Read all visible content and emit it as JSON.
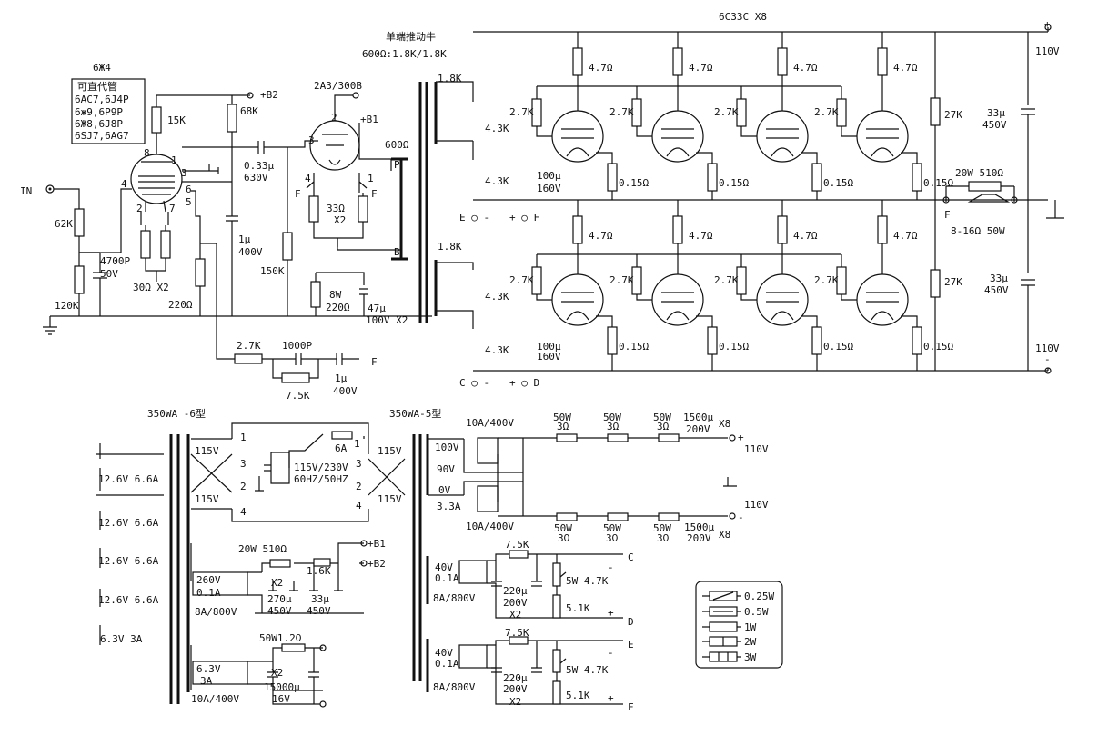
{
  "labels": [
    {
      "id": "tube-6j4-title",
      "text": "6Ж4"
    },
    {
      "id": "substitute-title",
      "text": "可直代管"
    },
    {
      "id": "substitute-1",
      "text": "6AC7,6J4P"
    },
    {
      "id": "substitute-2",
      "text": "6ж9,6P9P"
    },
    {
      "id": "substitute-3",
      "text": "6Ж8,6J8P"
    },
    {
      "id": "substitute-4",
      "text": "6SJ7,6AG7"
    },
    {
      "id": "input-label",
      "text": "IN"
    },
    {
      "id": "r-62k",
      "text": "62K"
    },
    {
      "id": "r-120k",
      "text": "120K"
    },
    {
      "id": "c-4700p",
      "text": "4700P"
    },
    {
      "id": "c-4700p-v",
      "text": "50V"
    },
    {
      "id": "r-15k",
      "text": "15K"
    },
    {
      "id": "r-68k",
      "text": "68K"
    },
    {
      "id": "b2-label",
      "text": "+B2"
    },
    {
      "id": "c-033u",
      "text": "0.33μ"
    },
    {
      "id": "c-033u-v",
      "text": "630V"
    },
    {
      "id": "c-1u",
      "text": "1μ"
    },
    {
      "id": "c-1u-v",
      "text": "400V"
    },
    {
      "id": "r-30x2",
      "text": "30Ω X2"
    },
    {
      "id": "r-220",
      "text": "220Ω"
    },
    {
      "id": "pin-8",
      "text": "8"
    },
    {
      "id": "pin-1",
      "text": "1"
    },
    {
      "id": "pin-3",
      "text": "3"
    },
    {
      "id": "pin-4",
      "text": "4"
    },
    {
      "id": "pin-6",
      "text": "6"
    },
    {
      "id": "pin-5",
      "text": "5"
    },
    {
      "id": "pin-2",
      "text": "2"
    },
    {
      "id": "pin-7",
      "text": "7"
    },
    {
      "id": "tube-2a3-title",
      "text": "2A3/300B"
    },
    {
      "id": "b1-label",
      "text": "+B1"
    },
    {
      "id": "t2a3-pin2",
      "text": "2"
    },
    {
      "id": "t2a3-pin3",
      "text": "3"
    },
    {
      "id": "t2a3-pin4",
      "text": "4"
    },
    {
      "id": "t2a3-pin1",
      "text": "1"
    },
    {
      "id": "f-left",
      "text": "F"
    },
    {
      "id": "f-right",
      "text": "F"
    },
    {
      "id": "r-33x2",
      "text": "33Ω"
    },
    {
      "id": "r-33x2b",
      "text": "X2"
    },
    {
      "id": "r-150k",
      "text": "150K"
    },
    {
      "id": "r-8w",
      "text": "8W"
    },
    {
      "id": "r-8w-220",
      "text": "220Ω"
    },
    {
      "id": "c-47u",
      "text": "47μ"
    },
    {
      "id": "c-47u-v",
      "text": "100V X2"
    },
    {
      "id": "p-label",
      "text": "P"
    },
    {
      "id": "b-label",
      "text": "B"
    },
    {
      "id": "r600",
      "text": "600Ω"
    },
    {
      "id": "r-2k7-fb",
      "text": "2.7K"
    },
    {
      "id": "c-1000p",
      "text": "1000P"
    },
    {
      "id": "r-7k5-fb",
      "text": "7.5K"
    },
    {
      "id": "c-1u-fb",
      "text": "1μ"
    },
    {
      "id": "c-1u-fb-v",
      "text": "400V"
    },
    {
      "id": "f-fb",
      "text": "F"
    },
    {
      "id": "xfmr-title",
      "text": "单端推动牛"
    },
    {
      "id": "xfmr-ratio",
      "text": "600Ω:1.8K/1.8K"
    },
    {
      "id": "sec-18k-top",
      "text": "1.8K"
    },
    {
      "id": "sec-18k-bot",
      "text": "1.8K"
    },
    {
      "id": "r43k-a",
      "text": "4.3K"
    },
    {
      "id": "r43k-b",
      "text": "4.3K"
    },
    {
      "id": "r43k-c",
      "text": "4.3K"
    },
    {
      "id": "r43k-d",
      "text": "4.3K"
    },
    {
      "id": "c100u-a",
      "text": "100μ"
    },
    {
      "id": "c100u-a-v",
      "text": "160V"
    },
    {
      "id": "c100u-b",
      "text": "100μ"
    },
    {
      "id": "c100u-b-v",
      "text": "160V"
    },
    {
      "id": "e-minus",
      "text": "E ○ -"
    },
    {
      "id": "f-plus",
      "text": "+ ○ F"
    },
    {
      "id": "c-minus",
      "text": "C ○ -"
    },
    {
      "id": "d-plus",
      "text": "+ ○ D"
    },
    {
      "id": "out-title",
      "text": "6C33C X8"
    },
    {
      "id": "r27k-a",
      "text": "27K"
    },
    {
      "id": "r27k-b",
      "text": "27K"
    },
    {
      "id": "c33u-a",
      "text": "33μ"
    },
    {
      "id": "c33u-a-v",
      "text": "450V"
    },
    {
      "id": "c33u-b",
      "text": "33μ"
    },
    {
      "id": "c33u-b-v",
      "text": "450V"
    },
    {
      "id": "v110-top",
      "text": "110V"
    },
    {
      "id": "v110-bot",
      "text": "110V"
    },
    {
      "id": "plus-top",
      "text": "+"
    },
    {
      "id": "minus-bot",
      "text": "-"
    },
    {
      "id": "spk-r",
      "text": "20W 510Ω"
    },
    {
      "id": "spk-f",
      "text": "F"
    },
    {
      "id": "spk-imp",
      "text": "8-16Ω 50W"
    },
    {
      "id": "xa-title",
      "text": "350WA -6型"
    },
    {
      "id": "xa-s1",
      "text": "12.6V 6.6A"
    },
    {
      "id": "xa-s2",
      "text": "12.6V 6.6A"
    },
    {
      "id": "xa-s3",
      "text": "12.6V 6.6A"
    },
    {
      "id": "xa-s4",
      "text": "12.6V 6.6A"
    },
    {
      "id": "xa-s5",
      "text": "6.3V  3A"
    },
    {
      "id": "xa-p1",
      "text": "115V"
    },
    {
      "id": "xa-p2",
      "text": "115V"
    },
    {
      "id": "xa-n1",
      "text": "1"
    },
    {
      "id": "xa-n3",
      "text": "3"
    },
    {
      "id": "xa-n2",
      "text": "2"
    },
    {
      "id": "xa-n4",
      "text": "4"
    },
    {
      "id": "mains-1",
      "text": "115V/230V"
    },
    {
      "id": "mains-2",
      "text": "60HZ/50HZ"
    },
    {
      "id": "fuse",
      "text": "6A"
    },
    {
      "id": "xb-n1",
      "text": "1"
    },
    {
      "id": "xb-n3",
      "text": "3"
    },
    {
      "id": "xb-n2",
      "text": "2"
    },
    {
      "id": "xb-n4",
      "text": "4"
    },
    {
      "id": "xb-p1",
      "text": "115V"
    },
    {
      "id": "xb-p2",
      "text": "115V"
    },
    {
      "id": "xb-title",
      "text": "350WA-5型"
    },
    {
      "id": "b1-sup-r",
      "text": "20W 510Ω"
    },
    {
      "id": "b1-sup-label",
      "text": "+B1"
    },
    {
      "id": "b2-sup-r",
      "text": "1.6K"
    },
    {
      "id": "b2-sup-label",
      "text": "+B2"
    },
    {
      "id": "hv-sec",
      "text": "260V"
    },
    {
      "id": "hv-sec-a",
      "text": "0.1A"
    },
    {
      "id": "hv-c-x2",
      "text": "X2"
    },
    {
      "id": "hv-c270",
      "text": "270μ"
    },
    {
      "id": "hv-c270-v",
      "text": "450V"
    },
    {
      "id": "hv-c33",
      "text": "33μ"
    },
    {
      "id": "hv-c33-v",
      "text": "450V"
    },
    {
      "id": "hv-rect",
      "text": "8A/800V"
    },
    {
      "id": "lv-r",
      "text": "50W1.2Ω"
    },
    {
      "id": "lv-sec",
      "text": "6.3V"
    },
    {
      "id": "lv-sec-a",
      "text": "3A"
    },
    {
      "id": "lv-x2",
      "text": "X2"
    },
    {
      "id": "lv-c",
      "text": "15000μ"
    },
    {
      "id": "lv-c-v",
      "text": "16V"
    },
    {
      "id": "lv-rect",
      "text": "10A/400V"
    },
    {
      "id": "hs-rect-top",
      "text": "10A/400V"
    },
    {
      "id": "hs-rect-bot",
      "text": "10A/400V"
    },
    {
      "id": "hs-100v",
      "text": "100V"
    },
    {
      "id": "hs-90v",
      "text": "90V"
    },
    {
      "id": "hs-0v",
      "text": "0V"
    },
    {
      "id": "hs-33a",
      "text": "3.3A"
    },
    {
      "id": "hs-r1",
      "text": "50W"
    },
    {
      "id": "hs-r1o",
      "text": "3Ω"
    },
    {
      "id": "hs-r2",
      "text": "50W"
    },
    {
      "id": "hs-r2o",
      "text": "3Ω"
    },
    {
      "id": "hs-r3",
      "text": "50W"
    },
    {
      "id": "hs-r3o",
      "text": "3Ω"
    },
    {
      "id": "hs-c-top",
      "text": "1500μ"
    },
    {
      "id": "hs-c-top-v",
      "text": "200V"
    },
    {
      "id": "hs-x8-top",
      "text": "X8"
    },
    {
      "id": "hs-out-plus",
      "text": "+"
    },
    {
      "id": "hs-out-110a",
      "text": "110V"
    },
    {
      "id": "hs-out-110b",
      "text": "110V"
    },
    {
      "id": "hs-out-minus",
      "text": "-"
    },
    {
      "id": "hs-r4",
      "text": "50W"
    },
    {
      "id": "hs-r4o",
      "text": "3Ω"
    },
    {
      "id": "hs-r5",
      "text": "50W"
    },
    {
      "id": "hs-r5o",
      "text": "3Ω"
    },
    {
      "id": "hs-r6",
      "text": "50W"
    },
    {
      "id": "hs-r6o",
      "text": "3Ω"
    },
    {
      "id": "hs-c-bot",
      "text": "1500μ"
    },
    {
      "id": "hs-c-bot-v",
      "text": "200V"
    },
    {
      "id": "hs-x8-bot",
      "text": "X8"
    },
    {
      "id": "bias1-sec",
      "text": "40V"
    },
    {
      "id": "bias1-sec-a",
      "text": "0.1A"
    },
    {
      "id": "bias1-rect",
      "text": "8A/800V"
    },
    {
      "id": "bias1-r",
      "text": "7.5K"
    },
    {
      "id": "bias1-c",
      "text": "220μ"
    },
    {
      "id": "bias1-c-v",
      "text": "200V"
    },
    {
      "id": "bias1-x2",
      "text": "X2"
    },
    {
      "id": "bias1-pot",
      "text": "5W 4.7K"
    },
    {
      "id": "bias1-r51",
      "text": "5.1K"
    },
    {
      "id": "bias1-c-out",
      "text": "C"
    },
    {
      "id": "bias1-d-out",
      "text": "D"
    },
    {
      "id": "bias1-minus",
      "text": "-"
    },
    {
      "id": "bias1-plus",
      "text": "+"
    },
    {
      "id": "bias2-sec",
      "text": "40V"
    },
    {
      "id": "bias2-sec-a",
      "text": "0.1A"
    },
    {
      "id": "bias2-rect",
      "text": "8A/800V"
    },
    {
      "id": "bias2-r",
      "text": "7.5K"
    },
    {
      "id": "bias2-c",
      "text": "220μ"
    },
    {
      "id": "bias2-c-v",
      "text": "200V"
    },
    {
      "id": "bias2-x2",
      "text": "X2"
    },
    {
      "id": "bias2-pot",
      "text": "5W 4.7K"
    },
    {
      "id": "bias2-r51",
      "text": "5.1K"
    },
    {
      "id": "bias2-e-out",
      "text": "E"
    },
    {
      "id": "bias2-f-out",
      "text": "F"
    },
    {
      "id": "bias2-minus",
      "text": "-"
    },
    {
      "id": "bias2-plus",
      "text": "+"
    },
    {
      "id": "leg-1",
      "text": "0.25W"
    },
    {
      "id": "leg-2",
      "text": "0.5W"
    },
    {
      "id": "leg-3",
      "text": "1W"
    },
    {
      "id": "leg-4",
      "text": "2W"
    },
    {
      "id": "leg-5",
      "text": "3W"
    }
  ],
  "output_tubes": {
    "grid_resistor": "2.7K",
    "screen_resistor": "4.7Ω",
    "cathode_resistor": "0.15Ω"
  }
}
